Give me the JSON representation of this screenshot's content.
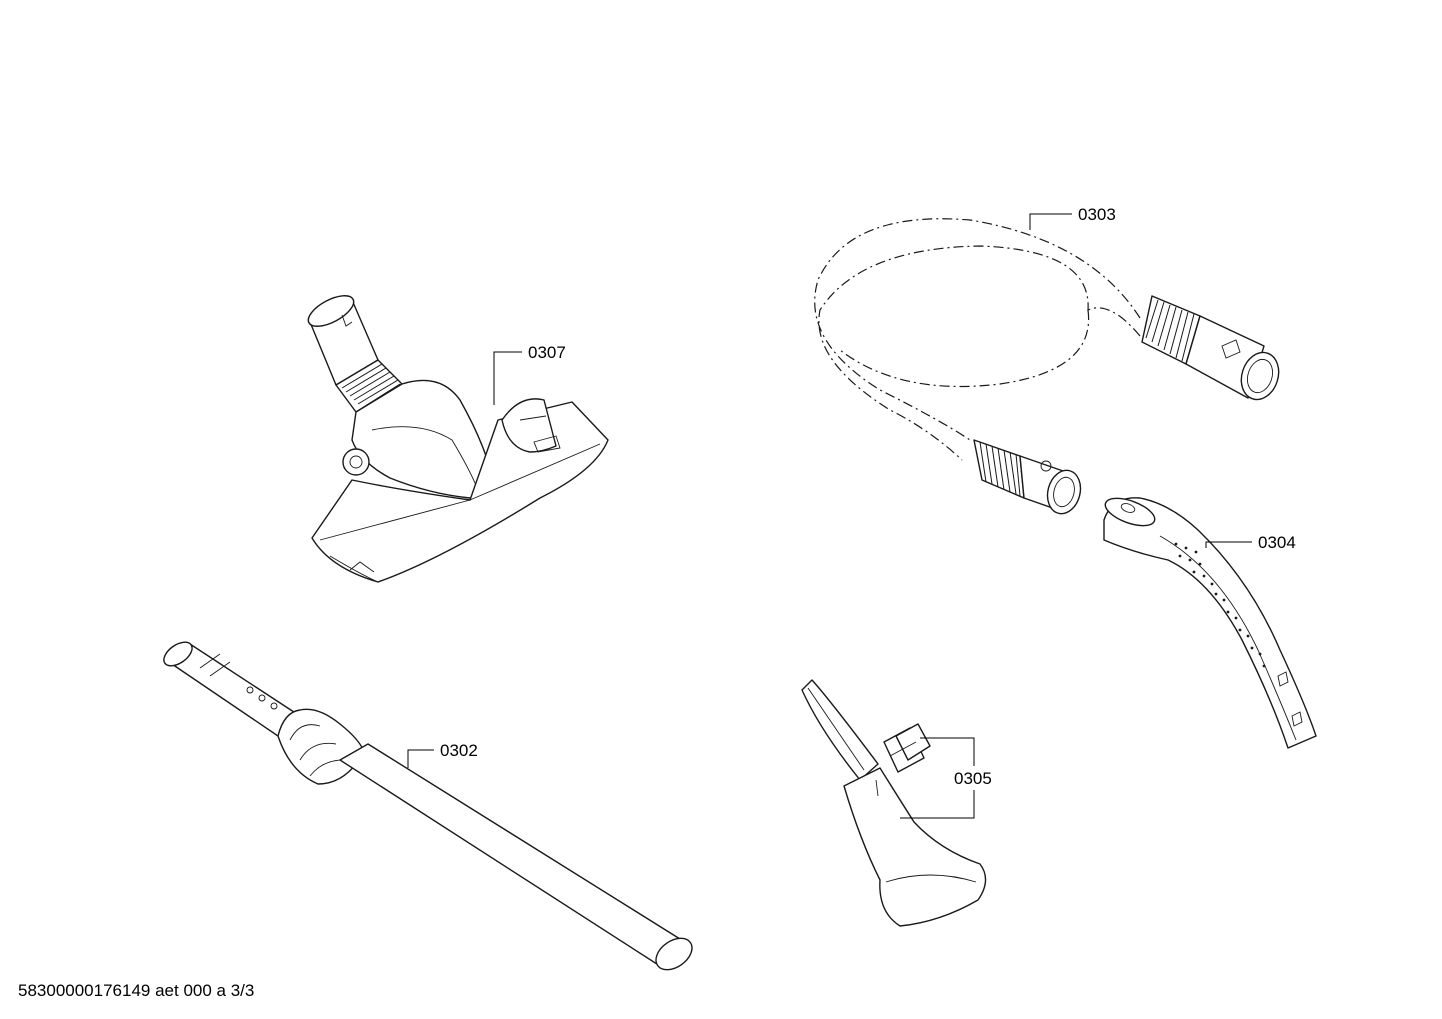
{
  "parts": [
    {
      "id": "0307",
      "label": "0307",
      "name": "floor nozzle"
    },
    {
      "id": "0303",
      "label": "0303",
      "name": "hose"
    },
    {
      "id": "0304",
      "label": "0304",
      "name": "handle"
    },
    {
      "id": "0302",
      "label": "0302",
      "name": "telescopic tube"
    },
    {
      "id": "0305",
      "label": "0305",
      "name": "crevice nozzle"
    }
  ],
  "footer": {
    "text": "58300000176149 aet 000 a 3/3"
  },
  "colors": {
    "line": "#1a1a1a",
    "background": "#ffffff"
  }
}
